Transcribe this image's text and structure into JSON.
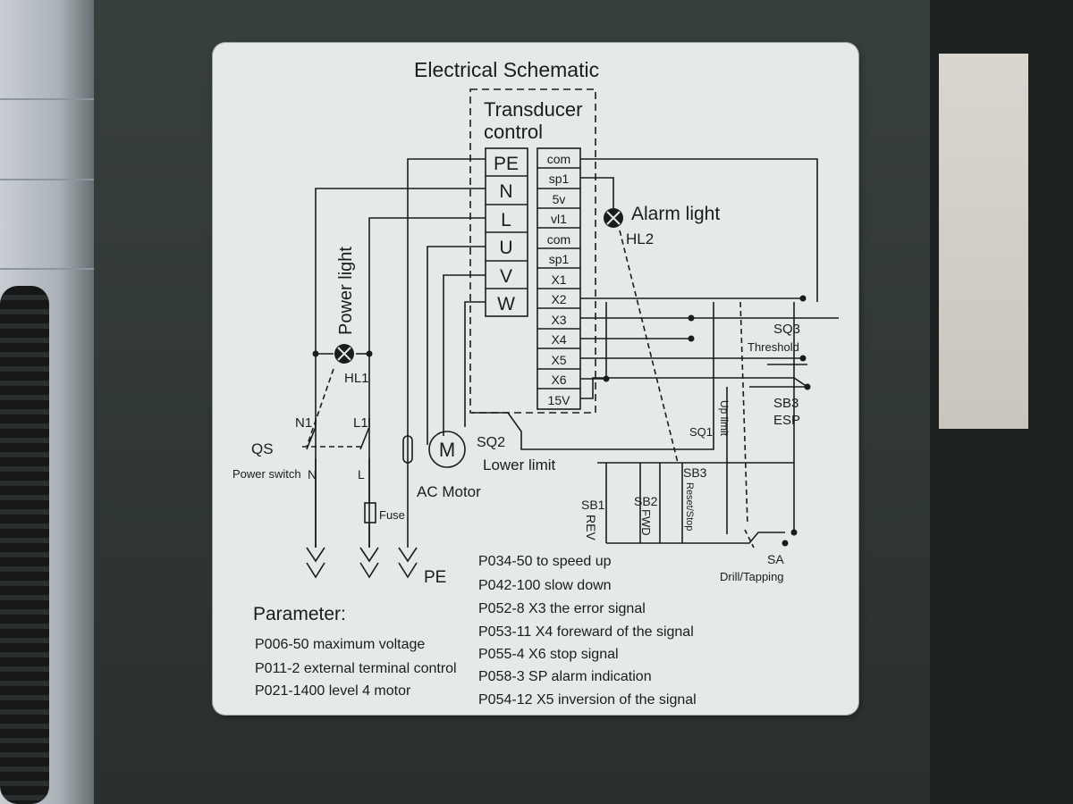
{
  "label": {
    "title": "Electrical Schematic",
    "transducer_title_line1": "Transducer",
    "transducer_title_line2": "control",
    "left_terminals": [
      "PE",
      "N",
      "L",
      "U",
      "V",
      "W"
    ],
    "right_terminals": [
      "com",
      "sp1",
      "5v",
      "vl1",
      "com",
      "sp1",
      "X1",
      "X2",
      "X3",
      "X4",
      "X5",
      "X6",
      "15V"
    ],
    "alarm_light": "Alarm light",
    "hl2": "HL2",
    "power_light": "Power light",
    "hl1": "HL1",
    "n1": "N1",
    "l1": "L1",
    "qs": "QS",
    "power_switch": "Power switch",
    "n": "N",
    "l": "L",
    "fuse": "Fuse",
    "motor_symbol": "M",
    "ac_motor": "AC Motor",
    "pe": "PE",
    "sq2": "SQ2",
    "lower_limit": "Lower limit",
    "sq1": "SQ1",
    "up_limit": "Up limit",
    "sq3": "SQ3",
    "threshold": "Threshold",
    "sb3_esp": "SB3",
    "esp": "ESP",
    "sb1": "SB1",
    "rev": "REV",
    "sb2": "SB2",
    "fwd": "FWD",
    "sb3_reset": "SB3",
    "reset_stop": "Reset/Stop",
    "sa": "SA",
    "drill_tapping": "Drill/Tapping",
    "parameter_heading": "Parameter:",
    "params_left": [
      "P006-50 maximum voltage",
      "P011-2  external terminal control",
      "P021-1400 level 4 motor"
    ],
    "params_right": [
      "P034-50 to speed up",
      "P042-100 slow down",
      "P052-8 X3 the error signal",
      "P053-11 X4 foreward of the signal",
      "P055-4   X6 stop signal",
      "P058-3   SP alarm indication",
      "P054-12 X5 inversion of the signal"
    ]
  },
  "colors": {
    "label_bg": "#e4eae9",
    "ink": "#1c1c1c",
    "machine": "#343c39"
  }
}
